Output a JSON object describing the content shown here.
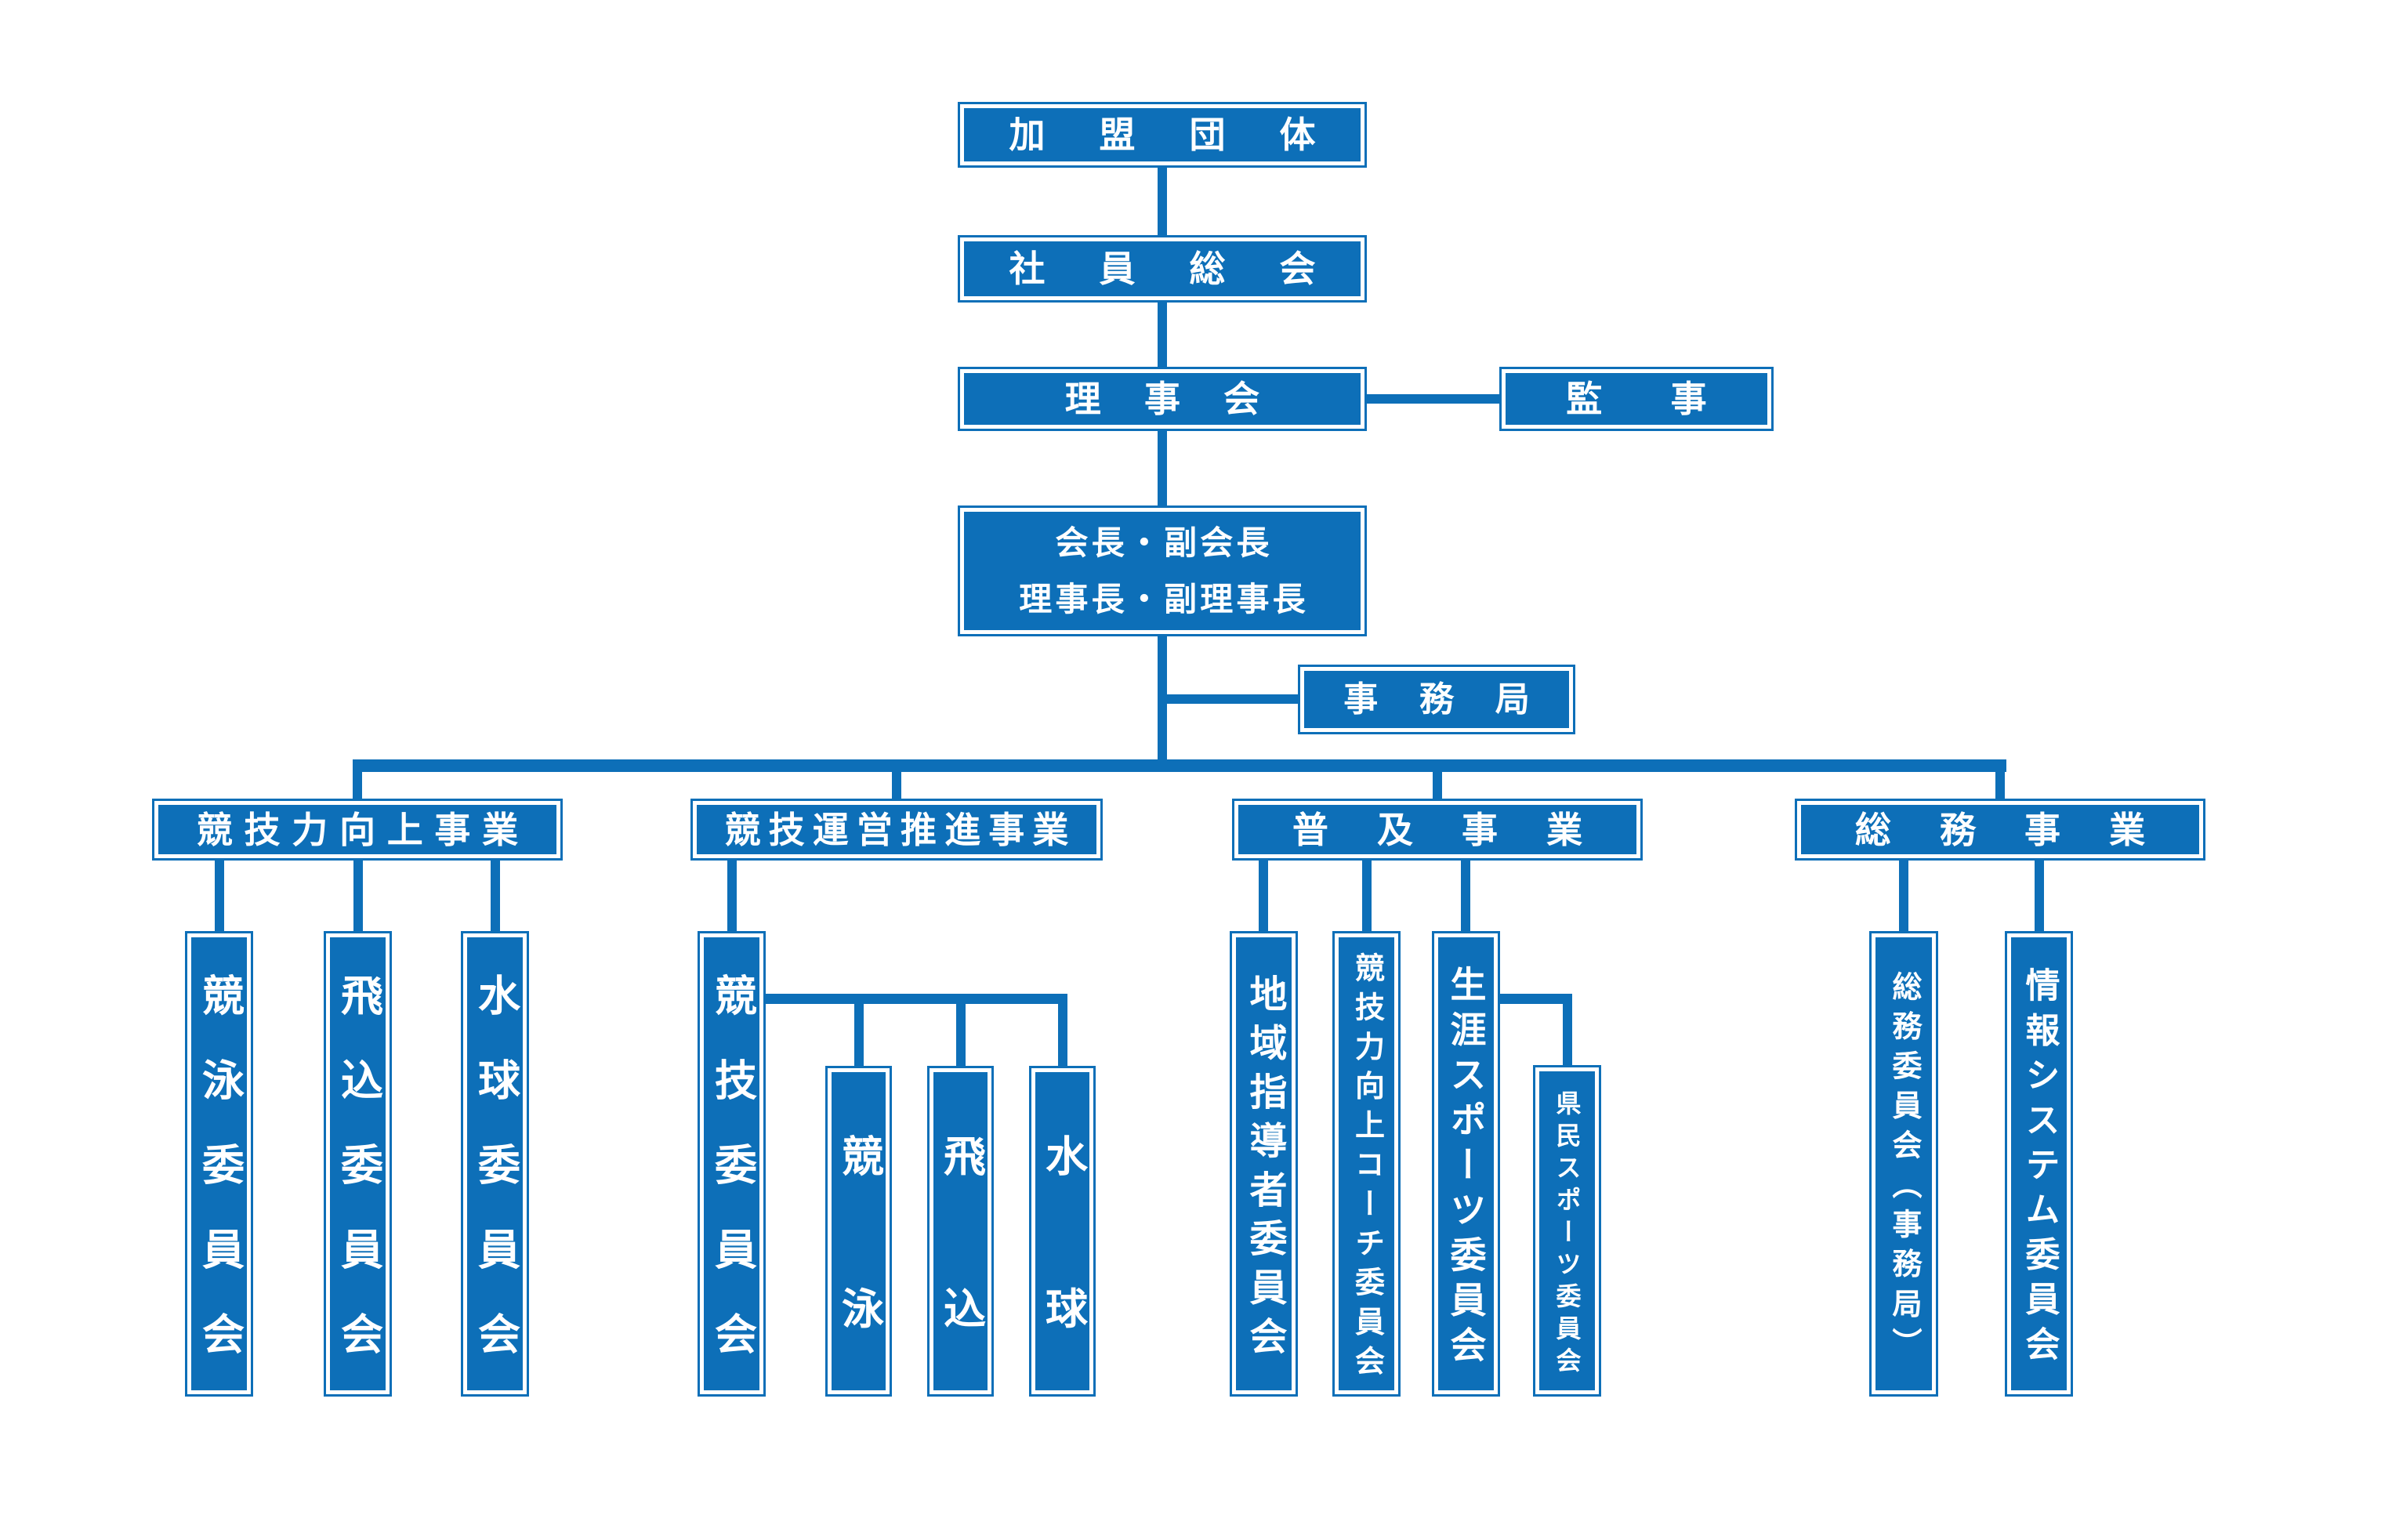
{
  "palette": {
    "primary_blue": "#0d6fb8",
    "text_white": "#ffffff",
    "background": "#ffffff"
  },
  "org": {
    "kamei": "加盟団体",
    "shain": "社員総会",
    "rijikai": "理事会",
    "kanji": "監事",
    "kaicho_line1": "会長・副会長",
    "kaicho_line2": "理事長・副理事長",
    "jimukyoku": "事務局",
    "branch1": {
      "header": "競技力向上事業",
      "c1": "競泳委員会",
      "c2": "飛込委員会",
      "c3": "水球委員会"
    },
    "branch2": {
      "header": "競技運営推進事業",
      "c1": "競技委員会",
      "s1": "競泳",
      "s2": "飛込",
      "s3": "水球"
    },
    "branch3": {
      "header": "普及事業",
      "c1": "地域指導者委員会",
      "c2": "競技力向上コーチ委員会",
      "c3": "生涯スポーツ委員会",
      "s1": "県民スポーツ委員会"
    },
    "branch4": {
      "header": "総務事業",
      "c1": "総務委員会（事務局）",
      "c2": "情報システム委員会"
    }
  }
}
